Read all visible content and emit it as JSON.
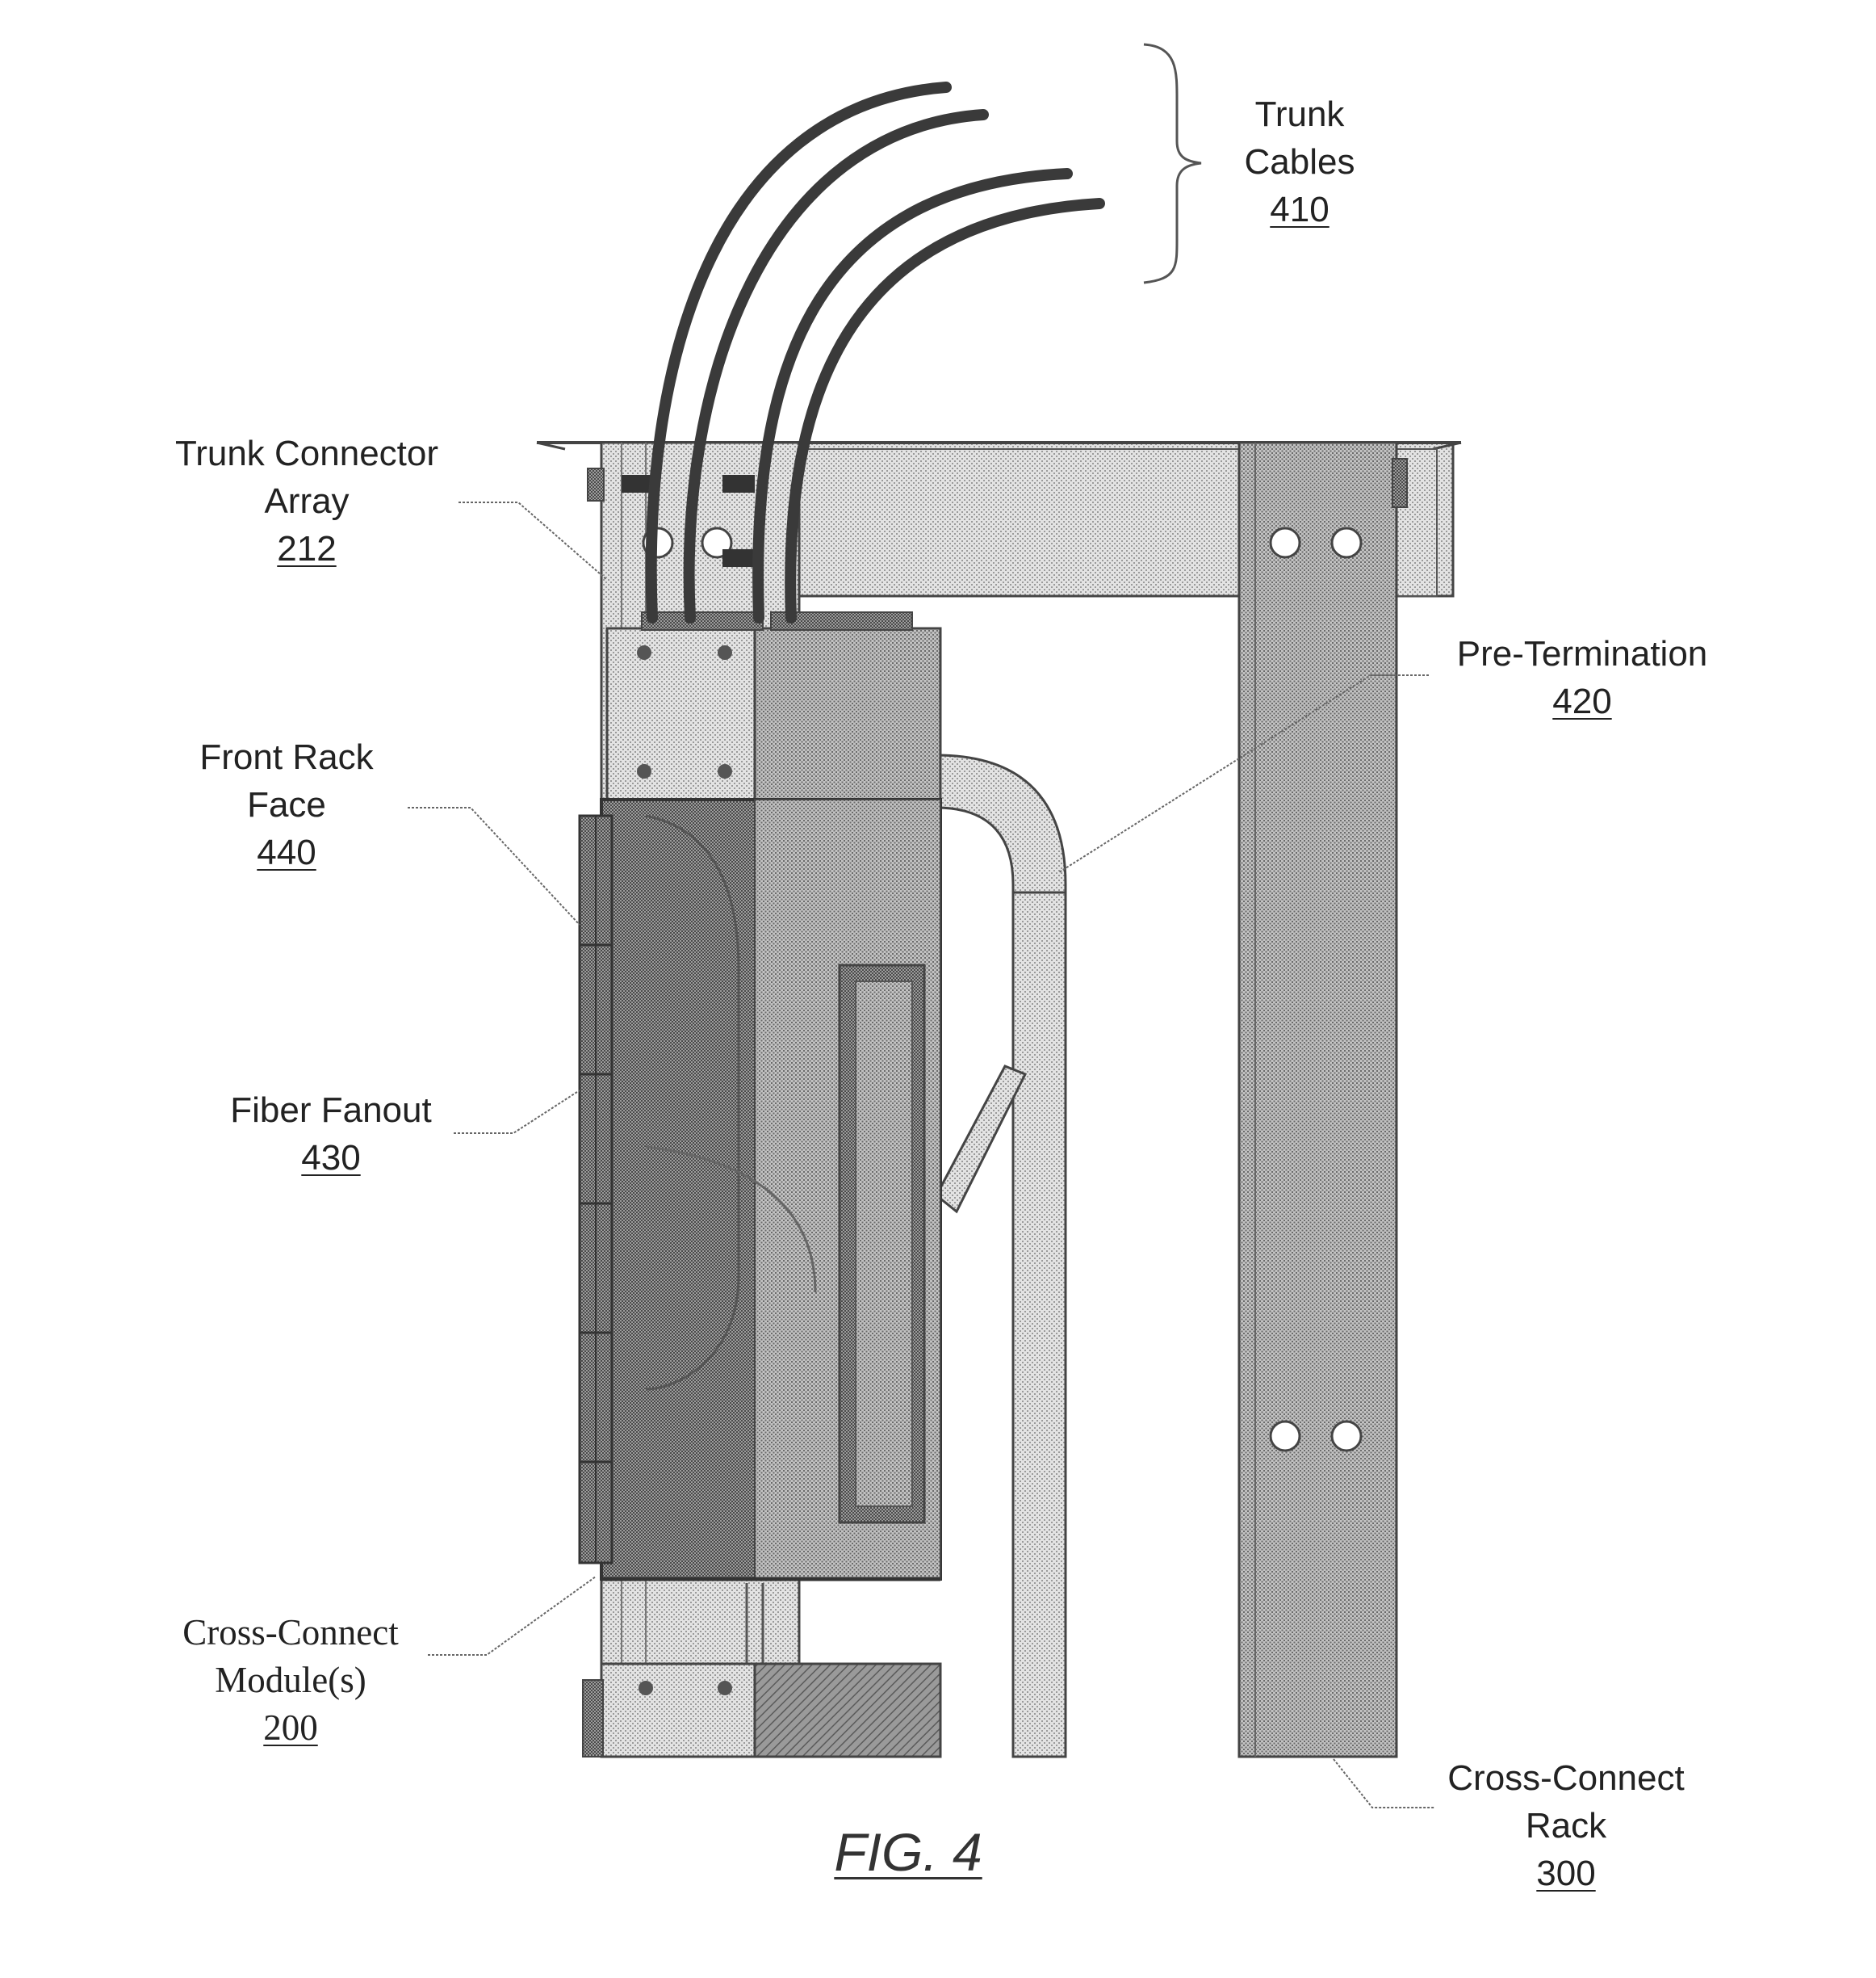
{
  "figure": {
    "caption": "FIG. 4"
  },
  "labels": {
    "trunk_cables": {
      "line1": "Trunk",
      "line2": "Cables",
      "number": "410"
    },
    "trunk_connector_array": {
      "line1": "Trunk Connector",
      "line2": "Array",
      "number": "212"
    },
    "pre_termination": {
      "line1": "Pre-Termination",
      "number": "420"
    },
    "front_rack_face": {
      "line1": "Front Rack",
      "line2": "Face",
      "number": "440"
    },
    "fiber_fanout": {
      "line1": "Fiber Fanout",
      "number": "430"
    },
    "cross_connect_modules": {
      "line1": "Cross-Connect",
      "line2": "Module(s)",
      "number": "200"
    },
    "cross_connect_rack": {
      "line1": "Cross-Connect",
      "line2": "Rack",
      "number": "300"
    }
  },
  "colors": {
    "ink": "#222222",
    "rack_fill": "#c9c9c9",
    "rack_light": "#e6e6e6",
    "module_fill": "#a9a9a9",
    "module_dark": "#8e8e8e",
    "cable": "#3a3a3a"
  }
}
